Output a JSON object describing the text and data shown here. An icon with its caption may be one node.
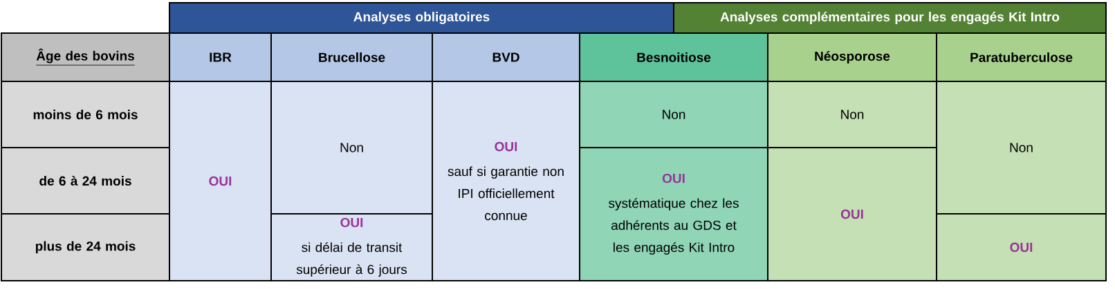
{
  "diagram": {
    "labels": [
      "Analyses obligatoires",
      "Analyses complémentaires pour les engagés Kit Intro",
      "Âge des bovins",
      "IBR",
      "Brucellose",
      "BVD",
      "Besnoitiose",
      "Néosporose",
      "Paratuberculose",
      "moins de 6 mois",
      "OUI",
      "Non",
      "OUI",
      "sauf si garantie non IPI officiellement connue",
      "Non",
      "Non",
      "Non",
      "de 6 à 24 mois",
      "OUI",
      "systématique chez les adhérents au GDS et les engagés Kit Intro",
      "OUI",
      "plus de 24 mois",
      "OUI",
      "si délai de transit supérieur à 6 jours",
      "OUI"
    ]
  }
}
